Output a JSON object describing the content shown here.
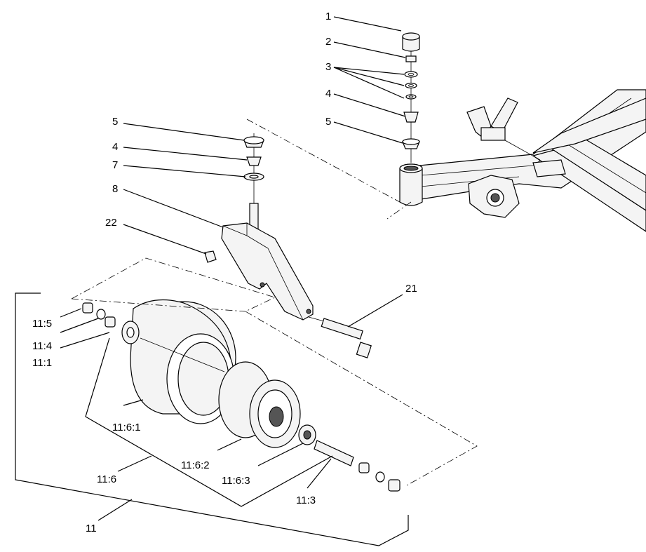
{
  "callouts": {
    "c1": "1",
    "c2": "2",
    "c3": "3",
    "c4a": "4",
    "c5a": "5",
    "c5b": "5",
    "c4b": "4",
    "c7": "7",
    "c8": "8",
    "c22": "22",
    "c21": "21",
    "c11_5": "11:5",
    "c11_4": "11:4",
    "c11_1": "11:1",
    "c11_6_1": "11:6:1",
    "c11_6_2": "11:6:2",
    "c11_6": "11:6",
    "c11_6_3": "11:6:3",
    "c11_3": "11:3",
    "c11": "11"
  }
}
